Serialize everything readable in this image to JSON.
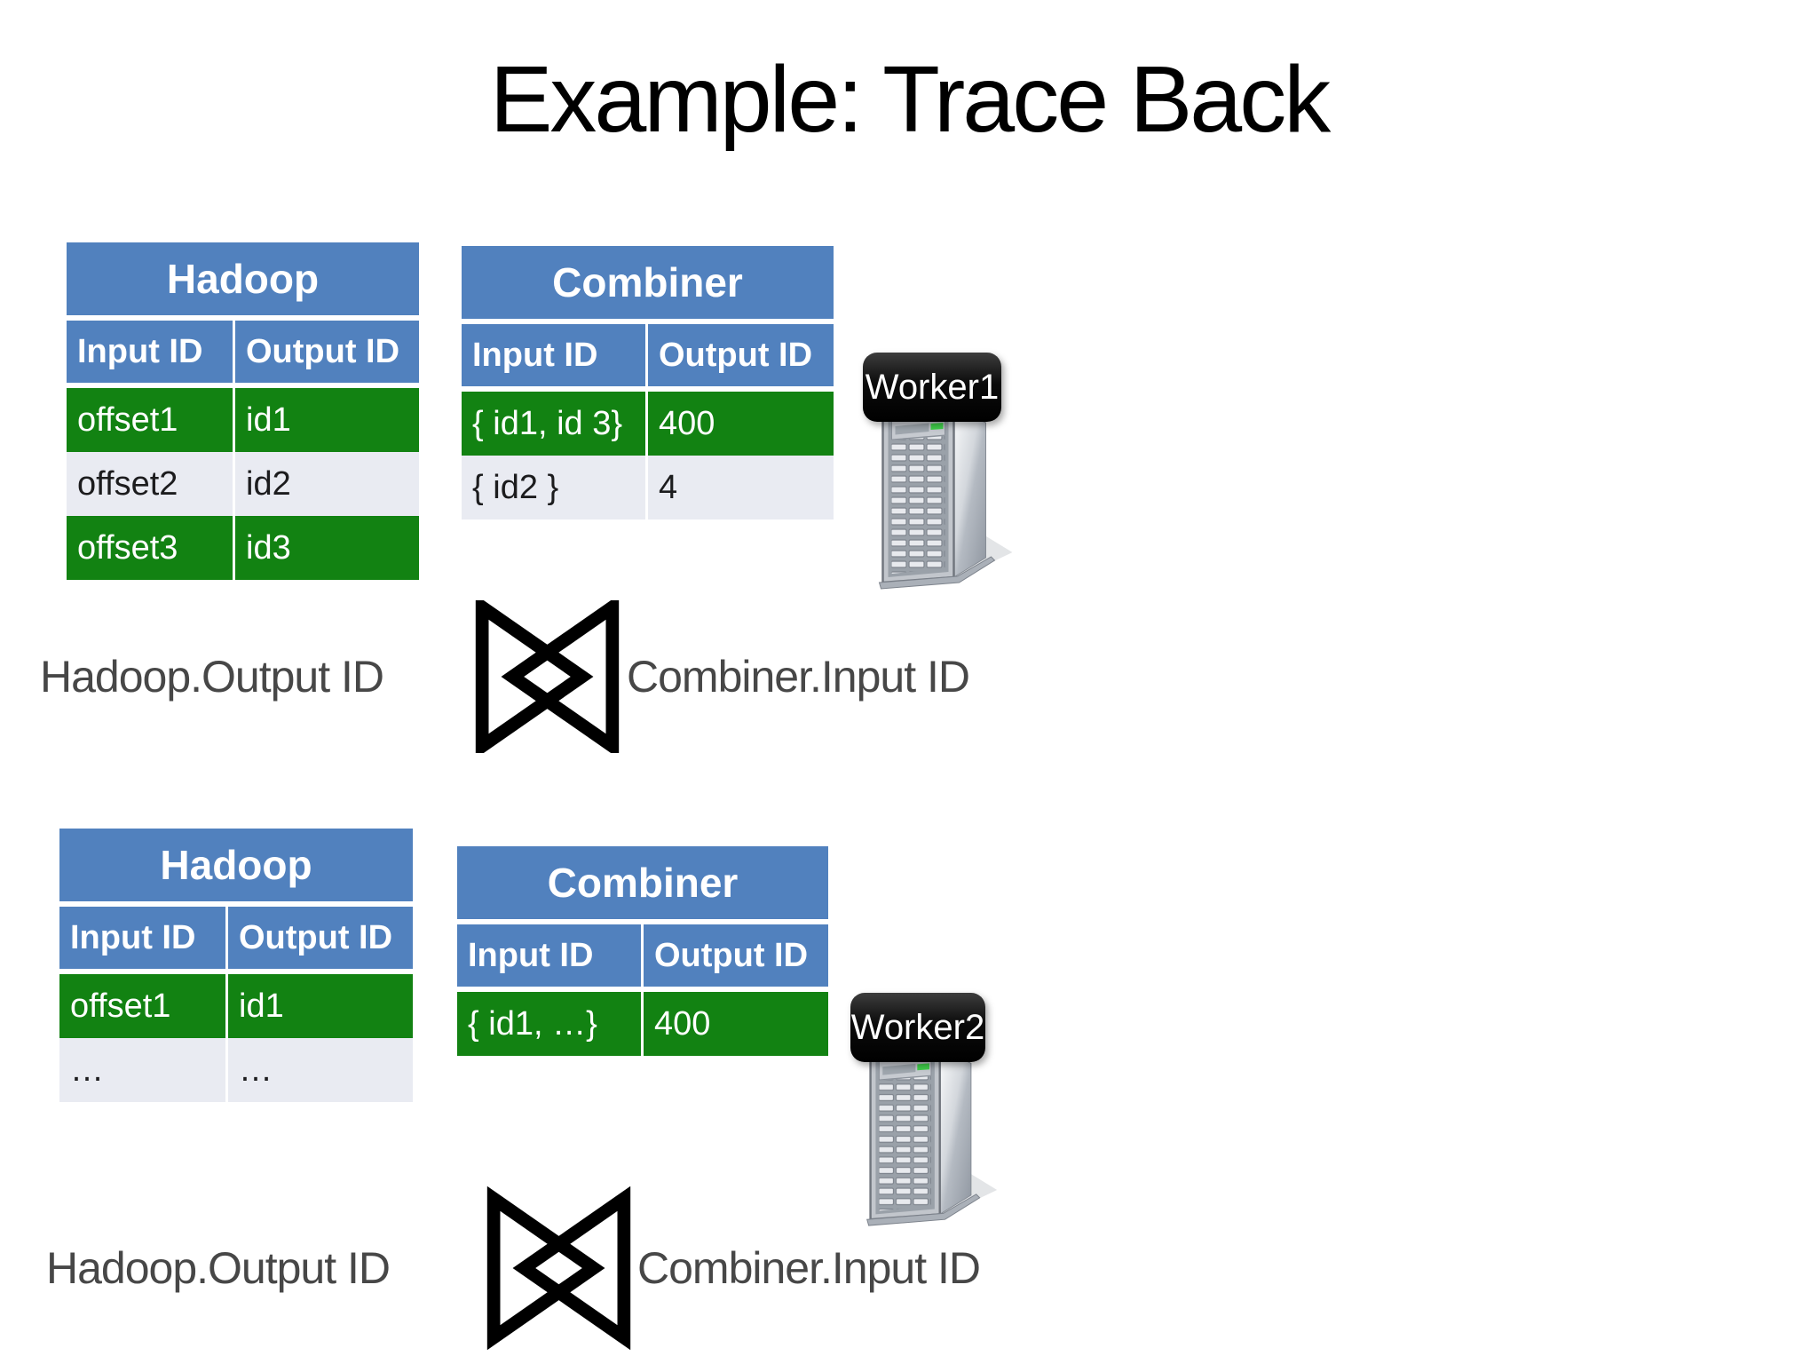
{
  "title": "Example: Trace Back",
  "colors": {
    "header_blue": "#5181BE",
    "row_green": "#128212",
    "row_light": "#E9EBF2",
    "join_label_gray": "#474747",
    "worker_badge_black": "#000000",
    "led_green": "#41CF4B"
  },
  "icons": {
    "join": "bowtie-natural-join",
    "server": "server-tower"
  },
  "top": {
    "hadoop": {
      "title": "Hadoop",
      "columns": [
        "Input ID",
        "Output ID"
      ],
      "rows": [
        [
          "offset1",
          "id1"
        ],
        [
          "offset2",
          "id2"
        ],
        [
          "offset3",
          "id3"
        ]
      ]
    },
    "combiner": {
      "title": "Combiner",
      "columns": [
        "Input ID",
        "Output ID"
      ],
      "rows": [
        [
          "{ id1, id 3}",
          "400"
        ],
        [
          "{ id2 }",
          "4"
        ]
      ]
    },
    "worker_label": "Worker1",
    "join_left": "Hadoop.Output ID",
    "join_right": "Combiner.Input ID"
  },
  "bottom": {
    "hadoop": {
      "title": "Hadoop",
      "columns": [
        "Input ID",
        "Output ID"
      ],
      "rows": [
        [
          "offset1",
          "id1"
        ],
        [
          "…",
          "…"
        ]
      ]
    },
    "combiner": {
      "title": "Combiner",
      "columns": [
        "Input ID",
        "Output ID"
      ],
      "rows": [
        [
          "{ id1, …}",
          "400"
        ]
      ]
    },
    "worker_label": "Worker2",
    "join_left": "Hadoop.Output ID",
    "join_right": "Combiner.Input ID"
  }
}
